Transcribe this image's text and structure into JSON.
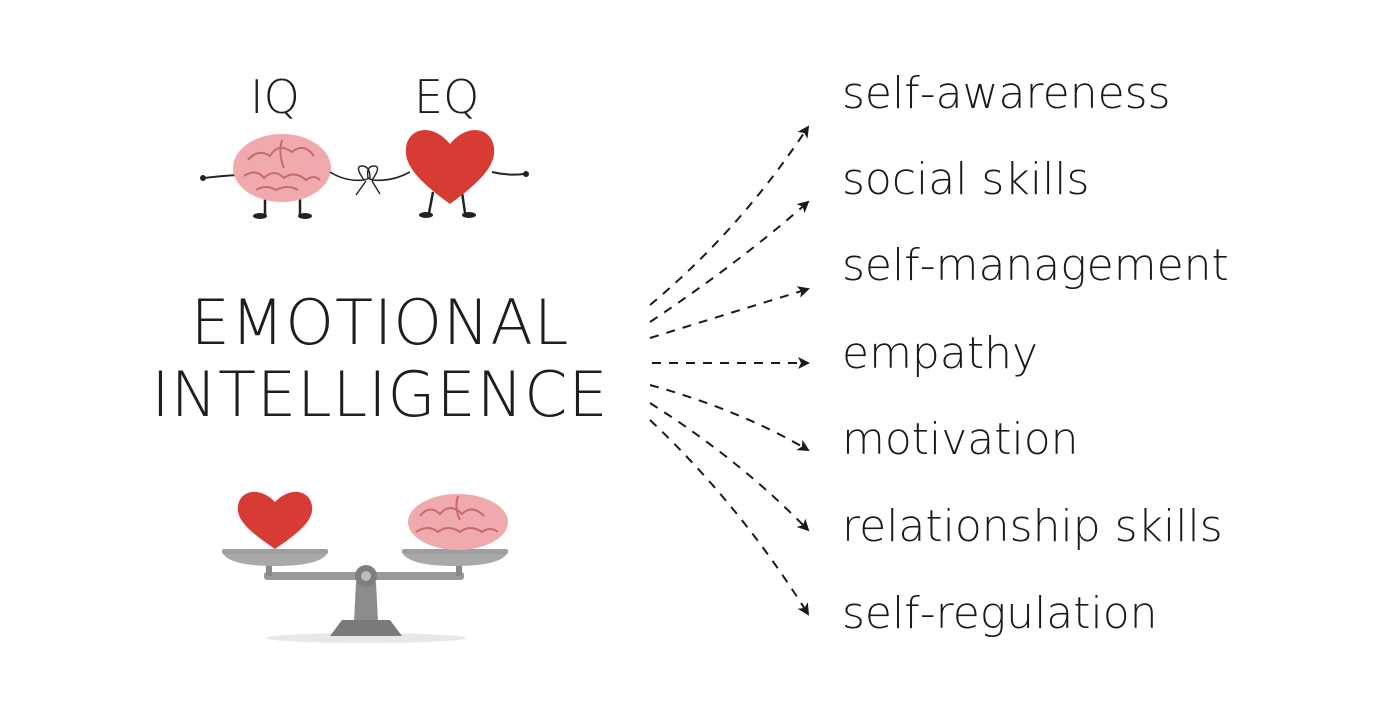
{
  "top_labels": {
    "iq": "IQ",
    "eq": "EQ"
  },
  "title": {
    "line1": "EMOTIONAL",
    "line2": "INTELLIGENCE"
  },
  "items": [
    "self-awareness",
    "social skills",
    "self-management",
    "empathy",
    "motivation",
    "relationship skills",
    "self-regulation"
  ],
  "colors": {
    "heart": "#d63b34",
    "brain": "#f0a9ad",
    "brain_lines": "#c86a72",
    "scale": "#8e8e8e",
    "text": "#1e1e1e"
  },
  "icons": [
    "brain-icon",
    "heart-icon",
    "balance-scale-icon",
    "bow-tie-icon"
  ]
}
